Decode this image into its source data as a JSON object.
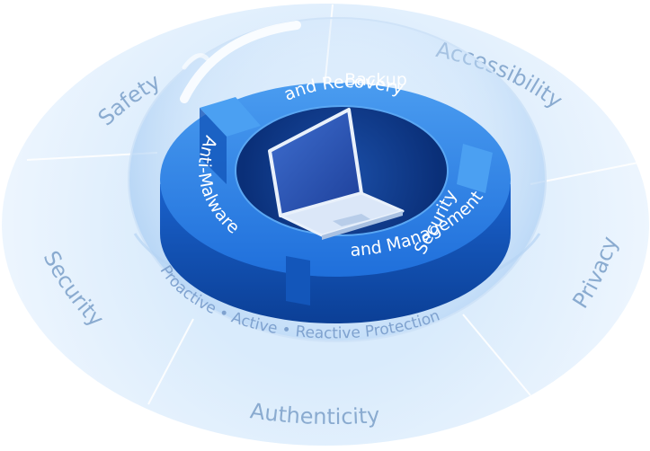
{
  "outer_ring": {
    "segments": [
      {
        "id": "safety",
        "label": "Safety"
      },
      {
        "id": "accessibility",
        "label": "Accessibility"
      },
      {
        "id": "privacy",
        "label": "Privacy"
      },
      {
        "id": "authenticity",
        "label": "Authenticity"
      },
      {
        "id": "security",
        "label": "Security"
      }
    ]
  },
  "inner_ring": {
    "labels": {
      "backup_line1": "Backup",
      "backup_line2": "and Recovery",
      "antimalware": "Anti-Malware",
      "security_line1": "Security",
      "security_line2": "and Management"
    },
    "protection_text": "Proactive • Active • Reactive Protection"
  },
  "colors": {
    "outer_light": "#eaf4fe",
    "outer_mid": "#d5e8fa",
    "outer_text": "#8aabd0",
    "ring_top": "#2f86e6",
    "ring_side": "#1455b8",
    "ring_dark": "#0b3f96",
    "laptop": "#e9f1fb"
  }
}
